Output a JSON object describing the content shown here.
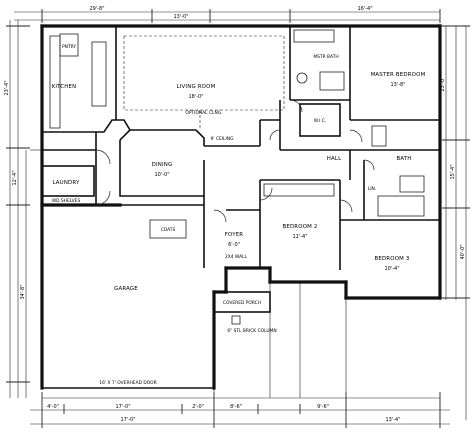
{
  "rooms": {
    "living_room": "LIVING ROOM",
    "optional_ceiling": "OPTIONAL CLNG.",
    "kitchen": "KITCHEN",
    "pantry": "PNTRY",
    "laundry": "LAUNDRY",
    "dining": "DINING",
    "foyer": "FOYER",
    "coats": "COATS",
    "master_bath": "MSTR BATH",
    "master_bedroom": "MASTER BEDROOM",
    "wic": "W.I.C.",
    "hall": "HALL",
    "bath": "BATH",
    "linen": "LIN.",
    "bedroom_2": "BEDROOM 2",
    "bedroom_3": "BEDROOM 3",
    "garage": "GARAGE",
    "covered_porch": "COVERED PORCH",
    "brick_column": "6\" STL BRICK COLUMN",
    "overhead_door": "16' X 7' OVERHEAD DOOR"
  },
  "room_sizes": {
    "living": "18'-0\"",
    "dining": "10'-0\"",
    "foyer": "6'-0\"",
    "bedroom_2": "11'-4\"",
    "bedroom_3": "10'-4\"",
    "master": "13'-8\""
  },
  "dimensions": {
    "top": [
      "29'-8\"",
      "13'-0\"",
      "16'-4\""
    ],
    "bottom": [
      "4'-0\"",
      "17'-0\"",
      "2'-0\"",
      "8'-6\"",
      "9'-6\"",
      "17'-0\"",
      "13'-4\""
    ],
    "left": [
      "23'-4\"",
      "12'-4\"",
      "34'-8\""
    ],
    "right": [
      "23'-0\"",
      "15'-4\"",
      "40'-0\""
    ]
  },
  "notes": {
    "ceiling": "9' CEILING",
    "shelves": "WD SHELVES",
    "vent": "2X4 WALL"
  }
}
